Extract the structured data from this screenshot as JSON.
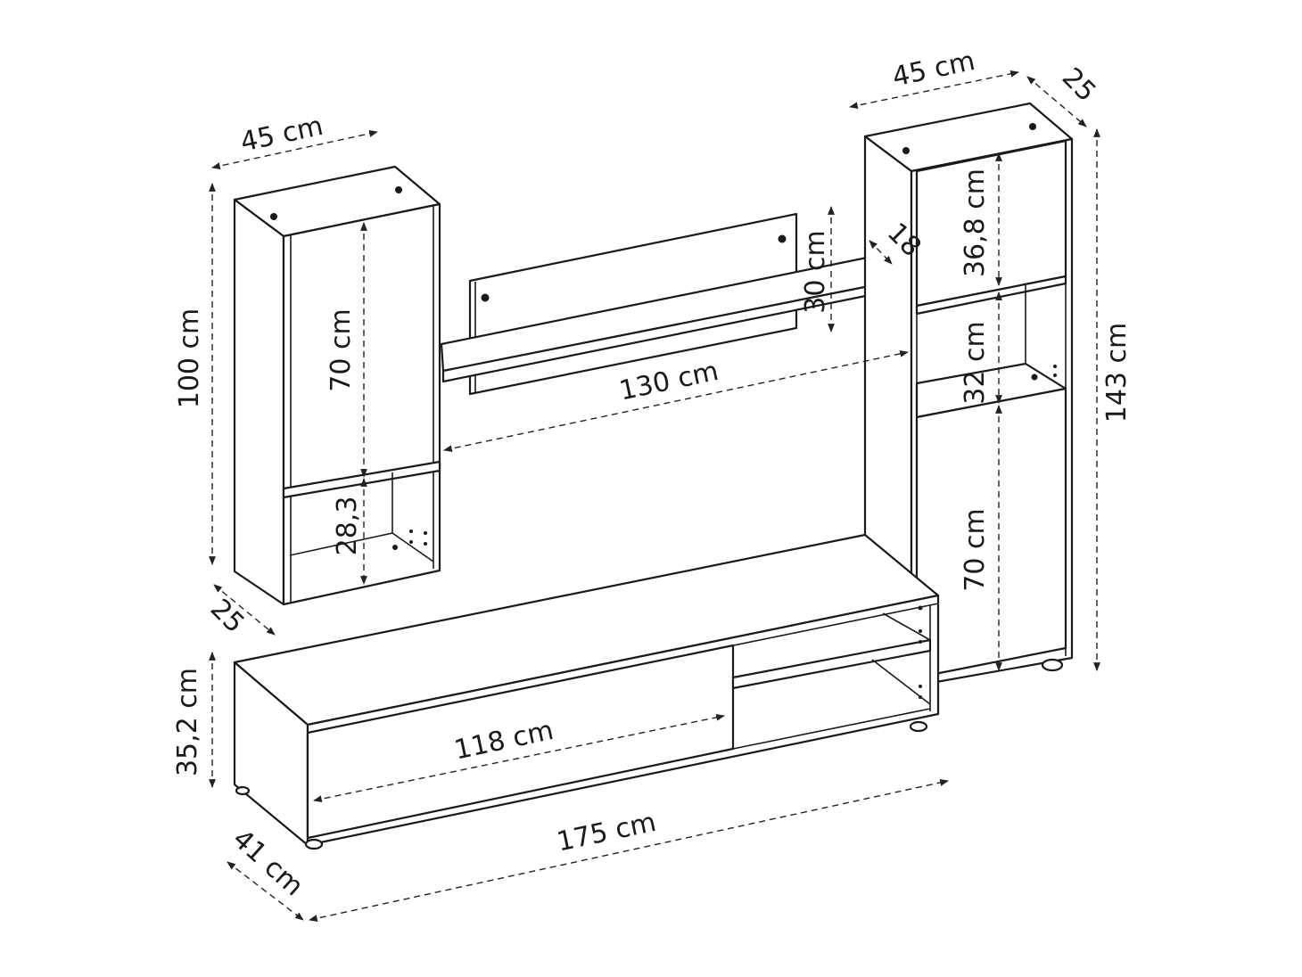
{
  "colors": {
    "line": "#1a1a1a",
    "background": "#ffffff"
  },
  "components": [
    {
      "id": "wall-cabinet-left",
      "dimensions": {
        "width": "45 cm",
        "height": "100 cm",
        "depth": "25",
        "door_height": "70 cm",
        "open_shelf_height": "28,3"
      }
    },
    {
      "id": "wall-shelf",
      "dimensions": {
        "length": "130 cm",
        "panel_height": "30 cm",
        "depth": "18"
      }
    },
    {
      "id": "tall-column-right",
      "dimensions": {
        "width": "45 cm",
        "height": "143 cm",
        "depth": "25",
        "top_door_height": "36,8 cm",
        "open_niche_height": "32 cm",
        "bottom_door_height": "70 cm"
      }
    },
    {
      "id": "tv-stand",
      "dimensions": {
        "width": "175 cm",
        "height": "35,2 cm",
        "depth": "41 cm",
        "drawer_width": "118 cm"
      }
    }
  ]
}
